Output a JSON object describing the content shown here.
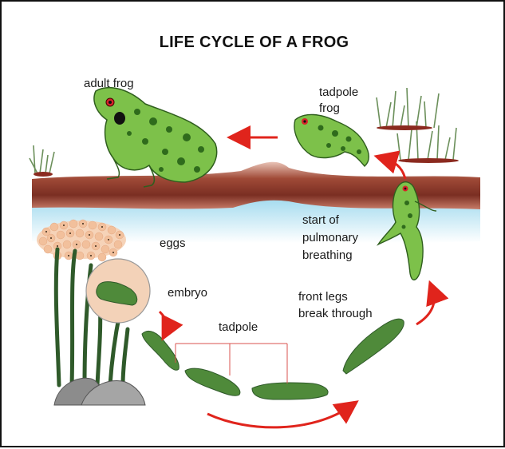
{
  "title": "LIFE CYCLE OF A FROG",
  "stages": {
    "adult_frog": "adult frog",
    "tadpole_frog_line1": "tadpole",
    "tadpole_frog_line2": "frog",
    "start_breathing_line1": "start of",
    "start_breathing_line2": "pulmonary",
    "start_breathing_line3": "breathing",
    "eggs": "eggs",
    "embryo": "embryo",
    "tadpole": "tadpole",
    "front_legs_line1": "front legs",
    "front_legs_line2": "break through"
  },
  "colors": {
    "frog_green": "#7dc14a",
    "frog_spots": "#2f6b1c",
    "soil": "#8b3a2a",
    "water": "#bfe6f2",
    "arrow": "#e0241c",
    "tadpole": "#4f8a3a",
    "leader_line": "#d9534f"
  }
}
